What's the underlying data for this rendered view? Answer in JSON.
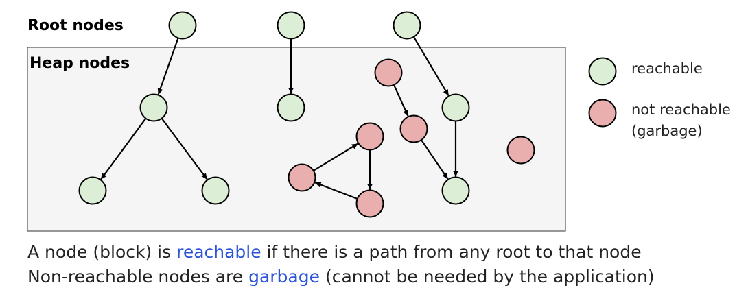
{
  "labels": {
    "root_nodes": "Root nodes",
    "heap_nodes": "Heap nodes"
  },
  "legend": {
    "reachable": "reachable",
    "not_reachable_line1": "not reachable",
    "not_reachable_line2": "(garbage)"
  },
  "caption": {
    "line1": {
      "before": "A node (block) is ",
      "highlight": "reachable",
      "after": " if there is a path from any root to that node"
    },
    "line2": {
      "before": "Non-reachable nodes are ",
      "highlight": "garbage",
      "after": " (cannot be needed by the application)"
    }
  },
  "colors": {
    "reachable_fill": "#dcefd6",
    "garbage_fill": "#e9aeae",
    "node_stroke": "#000000",
    "heap_box_fill": "#f5f5f5",
    "highlight_text": "#2b54d8"
  }
}
